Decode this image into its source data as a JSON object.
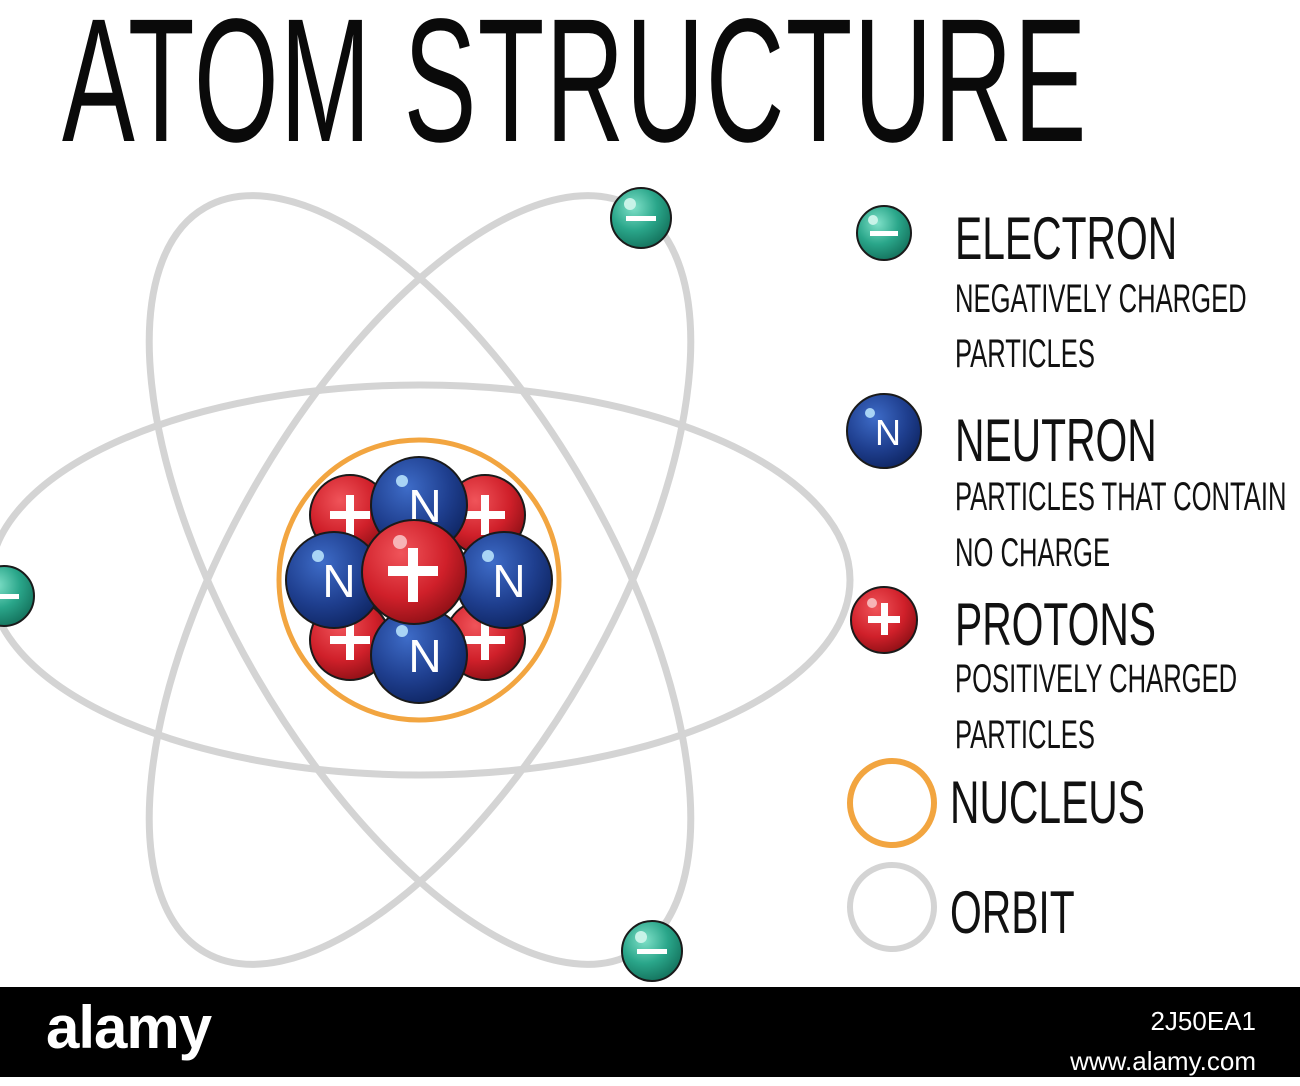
{
  "title": "ATOM STRUCTURE",
  "colors": {
    "electron": "#2aa68a",
    "neutron": "#1f3f8f",
    "proton": "#d0202a",
    "nucleus_ring": "#f2a540",
    "orbit": "#d4d4d4",
    "footer": "#000000"
  },
  "nucleus": {
    "neutron_symbol": "N",
    "proton_symbol": "+"
  },
  "legend": {
    "electron": {
      "icon": "electron-icon",
      "symbol": "−",
      "name": "ELECTRON",
      "desc_line1": "NEGATIVELY CHARGED",
      "desc_line2": "PARTICLES"
    },
    "neutron": {
      "icon": "neutron-icon",
      "symbol": "N",
      "name": "NEUTRON",
      "desc_line1": "PARTICLES THAT CONTAIN",
      "desc_line2": "NO CHARGE"
    },
    "protons": {
      "icon": "proton-icon",
      "symbol": "+",
      "name": "PROTONS",
      "desc_line1": "POSITIVELY CHARGED",
      "desc_line2": "PARTICLES"
    },
    "nucleus": {
      "icon": "nucleus-ring-icon",
      "name": "NUCLEUS"
    },
    "orbit": {
      "icon": "orbit-ring-icon",
      "name": "ORBIT"
    }
  },
  "footer": {
    "brand": "alamy",
    "image_id": "2J50EA1",
    "site": "www.alamy.com"
  }
}
